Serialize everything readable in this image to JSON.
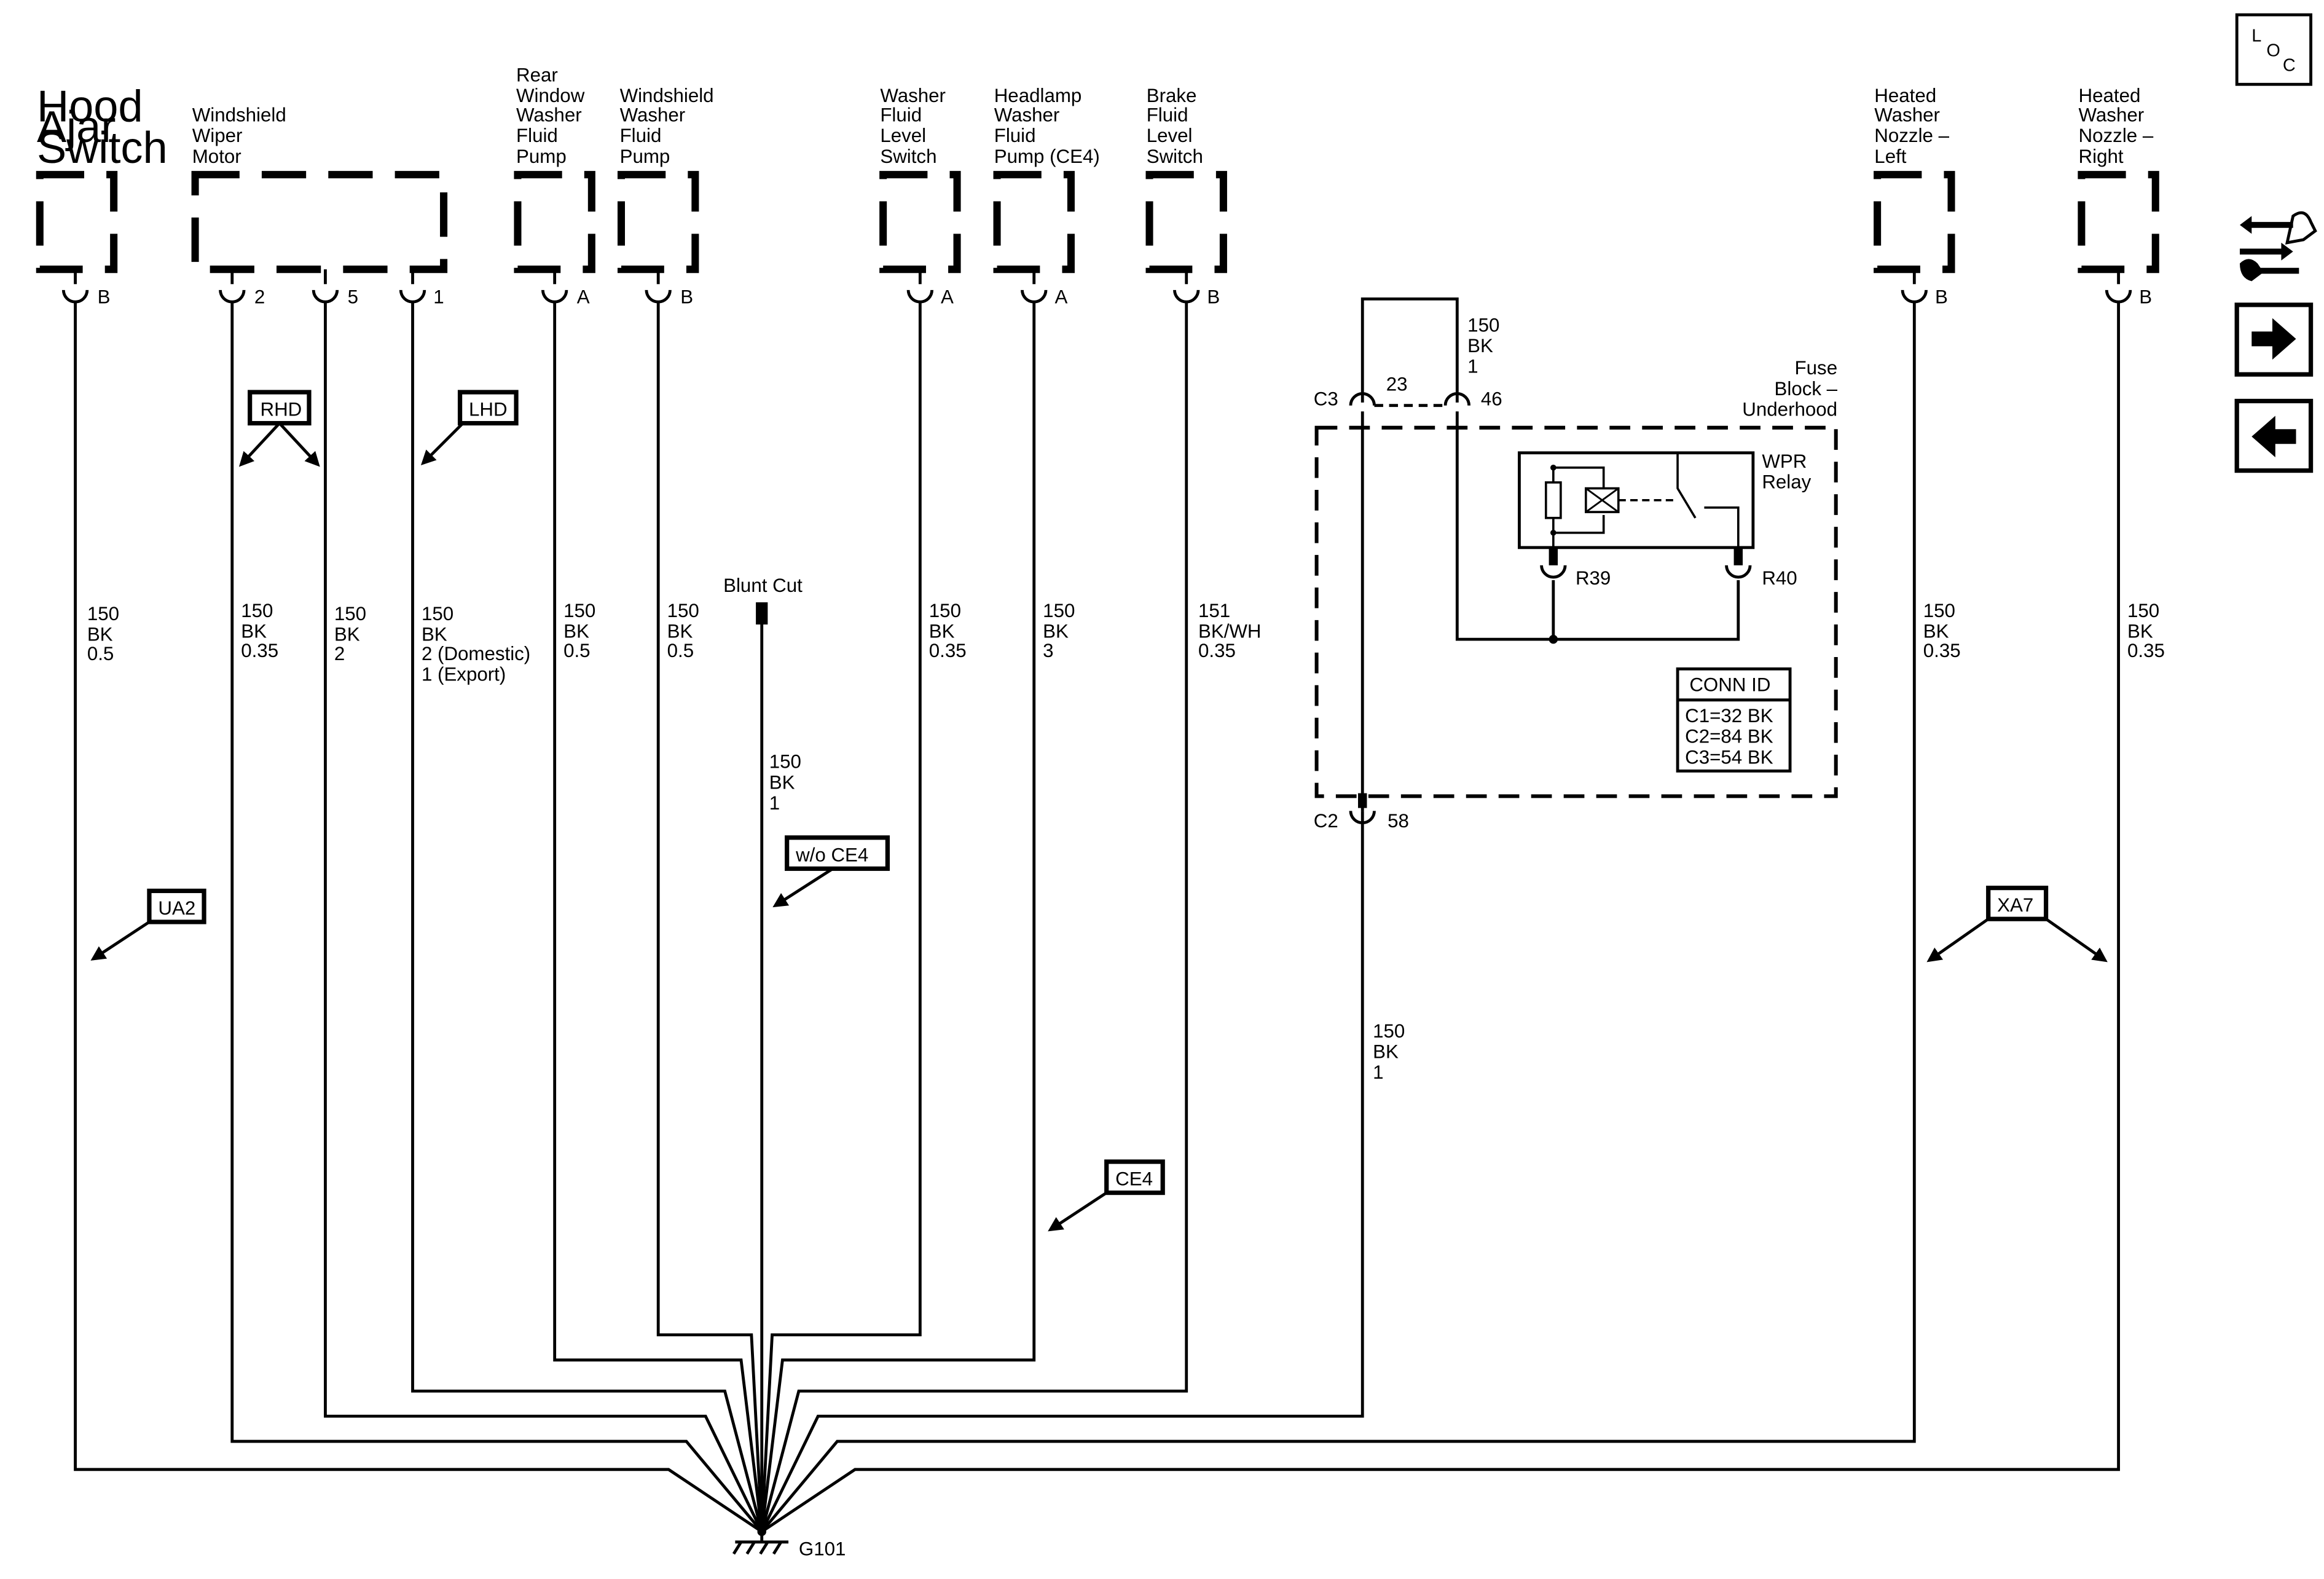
{
  "components": [
    {
      "lines": [
        "Hood",
        "Ajar",
        "Switch"
      ],
      "pin": "B",
      "wire": [
        "150",
        "BK",
        "0.5"
      ]
    },
    {
      "lines": [
        "Windshield",
        "Wiper",
        "Motor"
      ],
      "pins": [
        "2",
        "5",
        "1"
      ],
      "wires": [
        [
          "150",
          "BK",
          "0.35"
        ],
        [
          "150",
          "BK",
          "2"
        ],
        [
          "150",
          "BK",
          "2 (Domestic)",
          "1 (Export)"
        ]
      ]
    },
    {
      "lines": [
        "Rear",
        "Window",
        "Washer",
        "Fluid",
        "Pump"
      ],
      "pin": "A",
      "wire": [
        "150",
        "BK",
        "0.5"
      ]
    },
    {
      "lines": [
        "Windshield",
        "Washer",
        "Fluid",
        "Pump"
      ],
      "pin": "B",
      "wire": [
        "150",
        "BK",
        "0.5"
      ]
    },
    {
      "lines": [
        "Washer",
        "Fluid",
        "Level",
        "Switch"
      ],
      "pin": "A",
      "wire": [
        "150",
        "BK",
        "0.35"
      ]
    },
    {
      "lines": [
        "Headlamp",
        "Washer",
        "Fluid",
        "Pump (CE4)"
      ],
      "pin": "A",
      "wire": [
        "150",
        "BK",
        "3"
      ]
    },
    {
      "lines": [
        "Brake",
        "Fluid",
        "Level",
        "Switch"
      ],
      "pin": "B",
      "wire": [
        "151",
        "BK/WH",
        "0.35"
      ]
    },
    {
      "lines": [
        "Heated",
        "Washer",
        "Nozzle –",
        "Left"
      ],
      "pin": "B",
      "wire": [
        "150",
        "BK",
        "0.35"
      ]
    },
    {
      "lines": [
        "Heated",
        "Washer",
        "Nozzle –",
        "Right"
      ],
      "pin": "B",
      "wire": [
        "150",
        "BK",
        "0.35"
      ]
    }
  ],
  "option_tags": {
    "rhd": "RHD",
    "lhd": "LHD",
    "ua2": "UA2",
    "wo_ce4": "w/o CE4",
    "ce4": "CE4",
    "xa7": "XA7"
  },
  "blunt_cut": {
    "label": "Blunt Cut",
    "wire": [
      "150",
      "BK",
      "1"
    ]
  },
  "fuse_block": {
    "title": [
      "Fuse",
      "Block –",
      "Underhood"
    ],
    "relay": [
      "WPR",
      "Relay"
    ],
    "c3": "C3",
    "c3_pin_a": "23",
    "c3_pin_b": "46",
    "top_wire": [
      "150",
      "BK",
      "1"
    ],
    "r39": "R39",
    "r40": "R40",
    "c2": "C2",
    "c2_pin": "58",
    "conn_id_title": "CONN ID",
    "conn_ids": [
      "C1=32 BK",
      "C2=84 BK",
      "C3=54 BK"
    ],
    "out_wire": [
      "150",
      "BK",
      "1"
    ]
  },
  "ground": "G101",
  "nav": {
    "loc_letters": [
      "L",
      "O",
      "C"
    ],
    "icons": [
      "connector-tool-icon",
      "next-arrow-icon",
      "back-arrow-icon"
    ]
  }
}
